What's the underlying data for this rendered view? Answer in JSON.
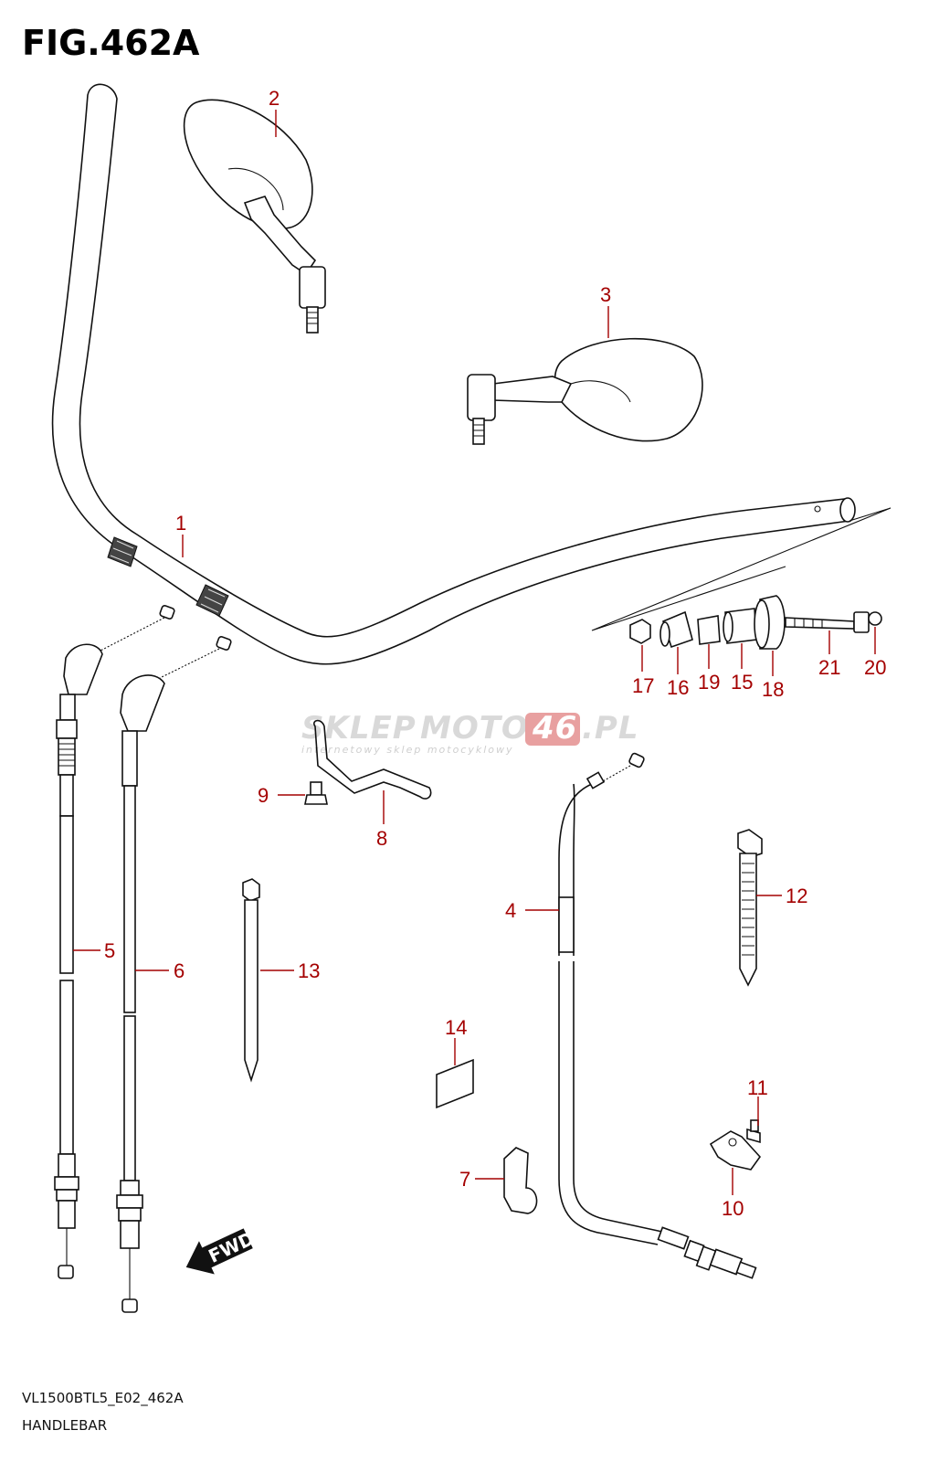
{
  "figure": {
    "title": "FIG.462A"
  },
  "watermark": {
    "main_left": "SKLEP",
    "main_mid": "MOTO",
    "main_num": "46",
    "main_right": ".PL",
    "sub": "internetowy sklep motocyklowy",
    "accent_color": "#e8a0a0"
  },
  "fwd_label": "FWD",
  "footer": {
    "code": "VL1500BTL5_E02_462A",
    "name": "HANDLEBAR"
  },
  "callouts": {
    "p1": "1",
    "p2": "2",
    "p3": "3",
    "p4": "4",
    "p5": "5",
    "p6": "6",
    "p7": "7",
    "p8": "8",
    "p9": "9",
    "p10": "10",
    "p11": "11",
    "p12": "12",
    "p13": "13",
    "p14": "14",
    "p15": "15",
    "p16": "16",
    "p17": "17",
    "p18": "18",
    "p19": "19",
    "p20": "20",
    "p21": "21"
  },
  "colors": {
    "callout": "#a40000",
    "line": "#111111"
  }
}
